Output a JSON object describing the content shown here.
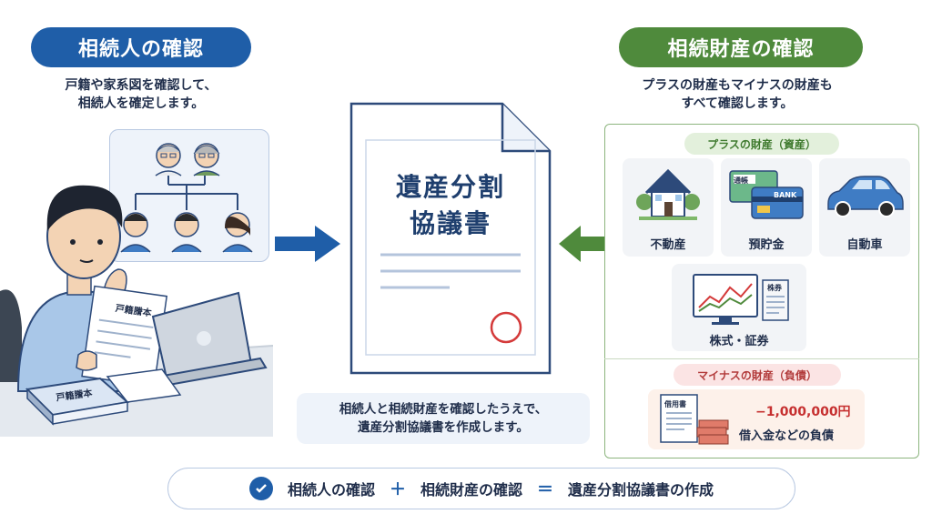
{
  "left": {
    "title": "相続人の確認",
    "desc_line1": "戸籍や家系図を確認して、",
    "desc_line2": "相続人を確定します。",
    "paper_label": "戸籍謄本",
    "book_label": "戸籍謄本"
  },
  "document": {
    "title_line1": "遺産分割",
    "title_line2": "協議書"
  },
  "right": {
    "title": "相続財産の確認",
    "desc_line1": "プラスの財産もマイナスの財産も",
    "desc_line2": "すべて確認します。",
    "assets_header": "プラスの財産（資産）",
    "assets": [
      {
        "label": "不動産"
      },
      {
        "label": "預貯金"
      },
      {
        "label": "自動車"
      },
      {
        "label": "株式・証券"
      }
    ],
    "passbook_label": "通帳",
    "card_label": "BANK",
    "stock_doc_label": "株券",
    "liabilities_header": "マイナスの財産（負債）",
    "liability_doc_label": "借用書",
    "liability_amount": "−1,000,000円",
    "liability_label": "借入金などの負債"
  },
  "note": {
    "line1": "相続人と相続財産を確認したうえで、",
    "line2": "遺産分割協議書を作成します。"
  },
  "formula": {
    "part1": "相続人の確認",
    "op1": "＋",
    "part2": "相続財産の確認",
    "op2": "＝",
    "result": "遺産分割協議書の作成"
  },
  "colors": {
    "blue": "#1f5ea8",
    "green": "#4f8a3c",
    "red": "#d43a3a"
  }
}
